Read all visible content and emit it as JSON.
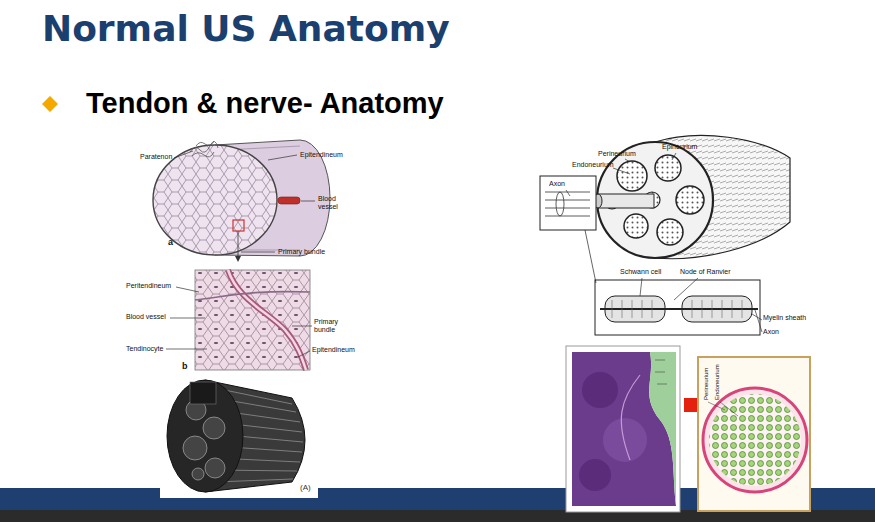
{
  "diagram": {
    "title": "Normal US Anatomy",
    "labels": [
      "Tendon & nerve- Anatomy",
      "Paratenon",
      "Epitendineum",
      "Blood vessel",
      "a",
      "Primary bundle",
      "Peritendineum",
      "Blood vessel",
      "Primary bundle",
      "Tendinocyte",
      "Epitendineum",
      "b",
      "(A)",
      "Perineurium",
      "Epineurium",
      "Endoneurium",
      "Axon",
      "Schwann cell",
      "Node of Ranvier",
      "Myelin sheath",
      "Axon",
      "Perineurium",
      "Endoneurium"
    ]
  }
}
